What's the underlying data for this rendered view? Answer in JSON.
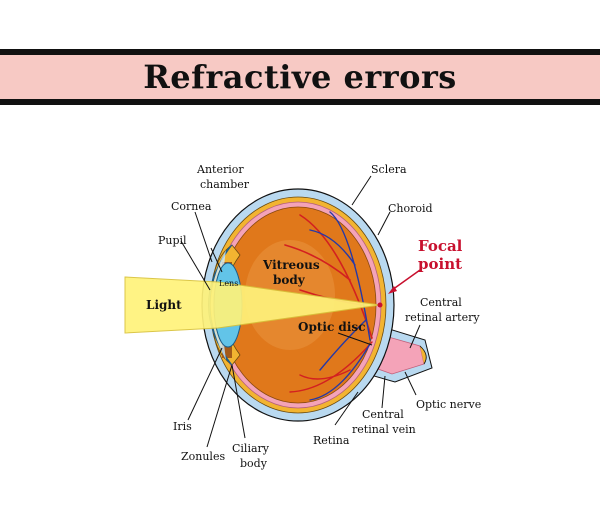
{
  "title": "Refractive errors",
  "colors": {
    "banner_bg": "#f7c9c4",
    "focal_point": "#c8102e",
    "light_beam": "#fff27a",
    "vitreous": "#e0781b",
    "sclera": "#b9d9f0",
    "choroid": "#f2b431",
    "retina": "#f4a3b8",
    "lens": "#62c4e8",
    "vessel_red": "#d32020",
    "vessel_blue": "#2438a8"
  },
  "labels": {
    "anterior_chamber": [
      "Anterior",
      "chamber"
    ],
    "cornea": "Cornea",
    "pupil": "Pupil",
    "light": "Light",
    "lens": "Lens",
    "vitreous_body": [
      "Vitreous",
      "body"
    ],
    "sclera": "Sclera",
    "choroid": "Choroid",
    "focal_point": [
      "Focal",
      "point"
    ],
    "central_retinal_artery": [
      "Central",
      "retinal artery"
    ],
    "optic_disc": "Optic disc",
    "optic_nerve": "Optic nerve",
    "central_retinal_vein": [
      "Central",
      "retinal vein"
    ],
    "retina": "Retina",
    "iris": "Iris",
    "zonules": "Zonules",
    "ciliary_body": [
      "Ciliary",
      "body"
    ]
  }
}
